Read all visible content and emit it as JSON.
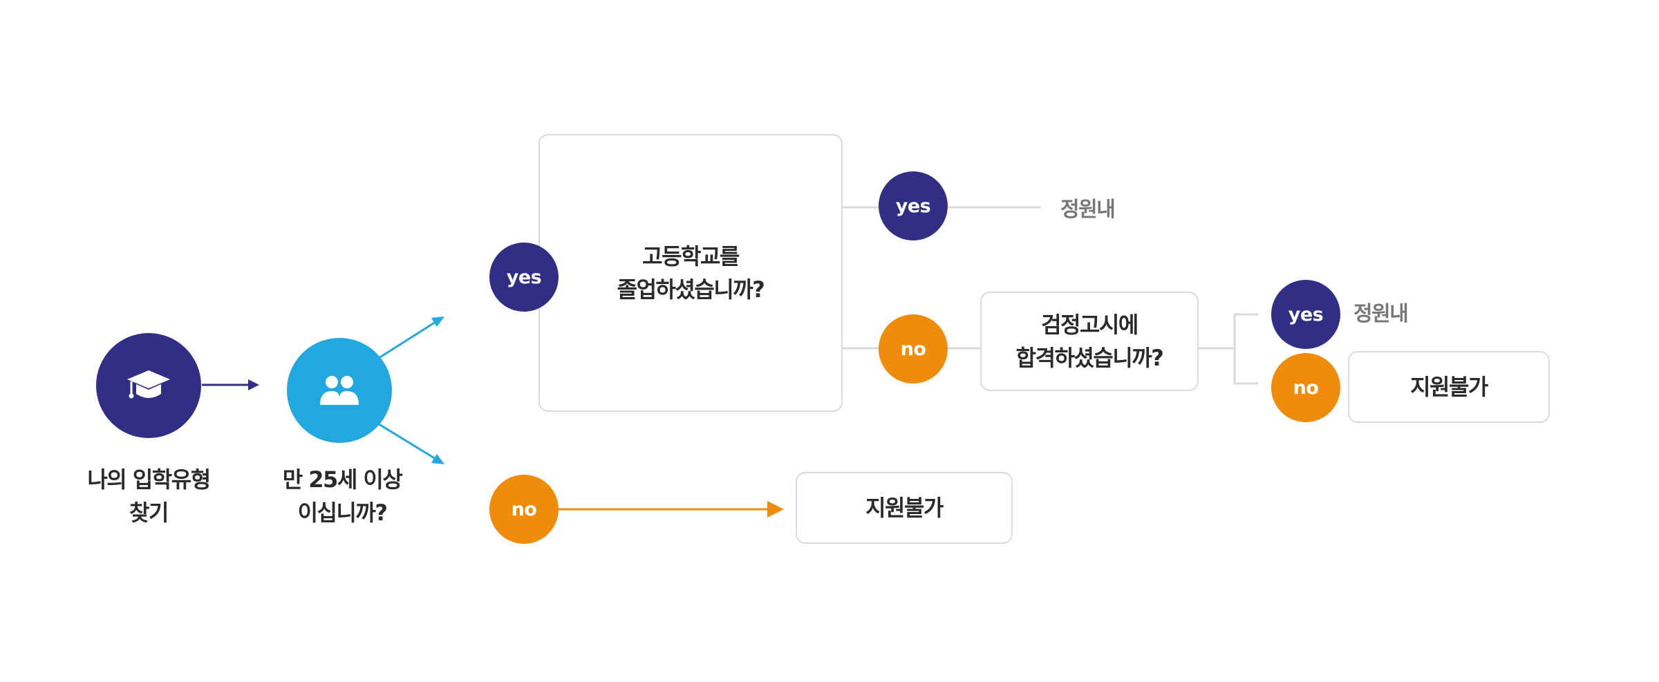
{
  "colors": {
    "navy": "#312e86",
    "sky": "#21a8e1",
    "orange": "#f08c0a",
    "line": "#d9d9d9",
    "text": "#2a2a2a",
    "muted": "#777777"
  },
  "start": {
    "icon": "graduation-cap-icon",
    "label_line1": "나의 입학유형",
    "label_line2": "찾기"
  },
  "age_question": {
    "icon": "users-icon",
    "label_line1": "만 25세 이상",
    "label_line2": "이십니까?"
  },
  "badges": {
    "yes": "yes",
    "no": "no"
  },
  "highschool_question": {
    "line1": "고등학교를",
    "line2": "졸업하셨습니까?"
  },
  "ged_question": {
    "line1": "검정고시에",
    "line2": "합격하셨습니까?"
  },
  "results": {
    "within_quota": "정원내",
    "within_quota_2": "정원내",
    "not_eligible": "지원불가",
    "not_eligible_2": "지원불가"
  }
}
